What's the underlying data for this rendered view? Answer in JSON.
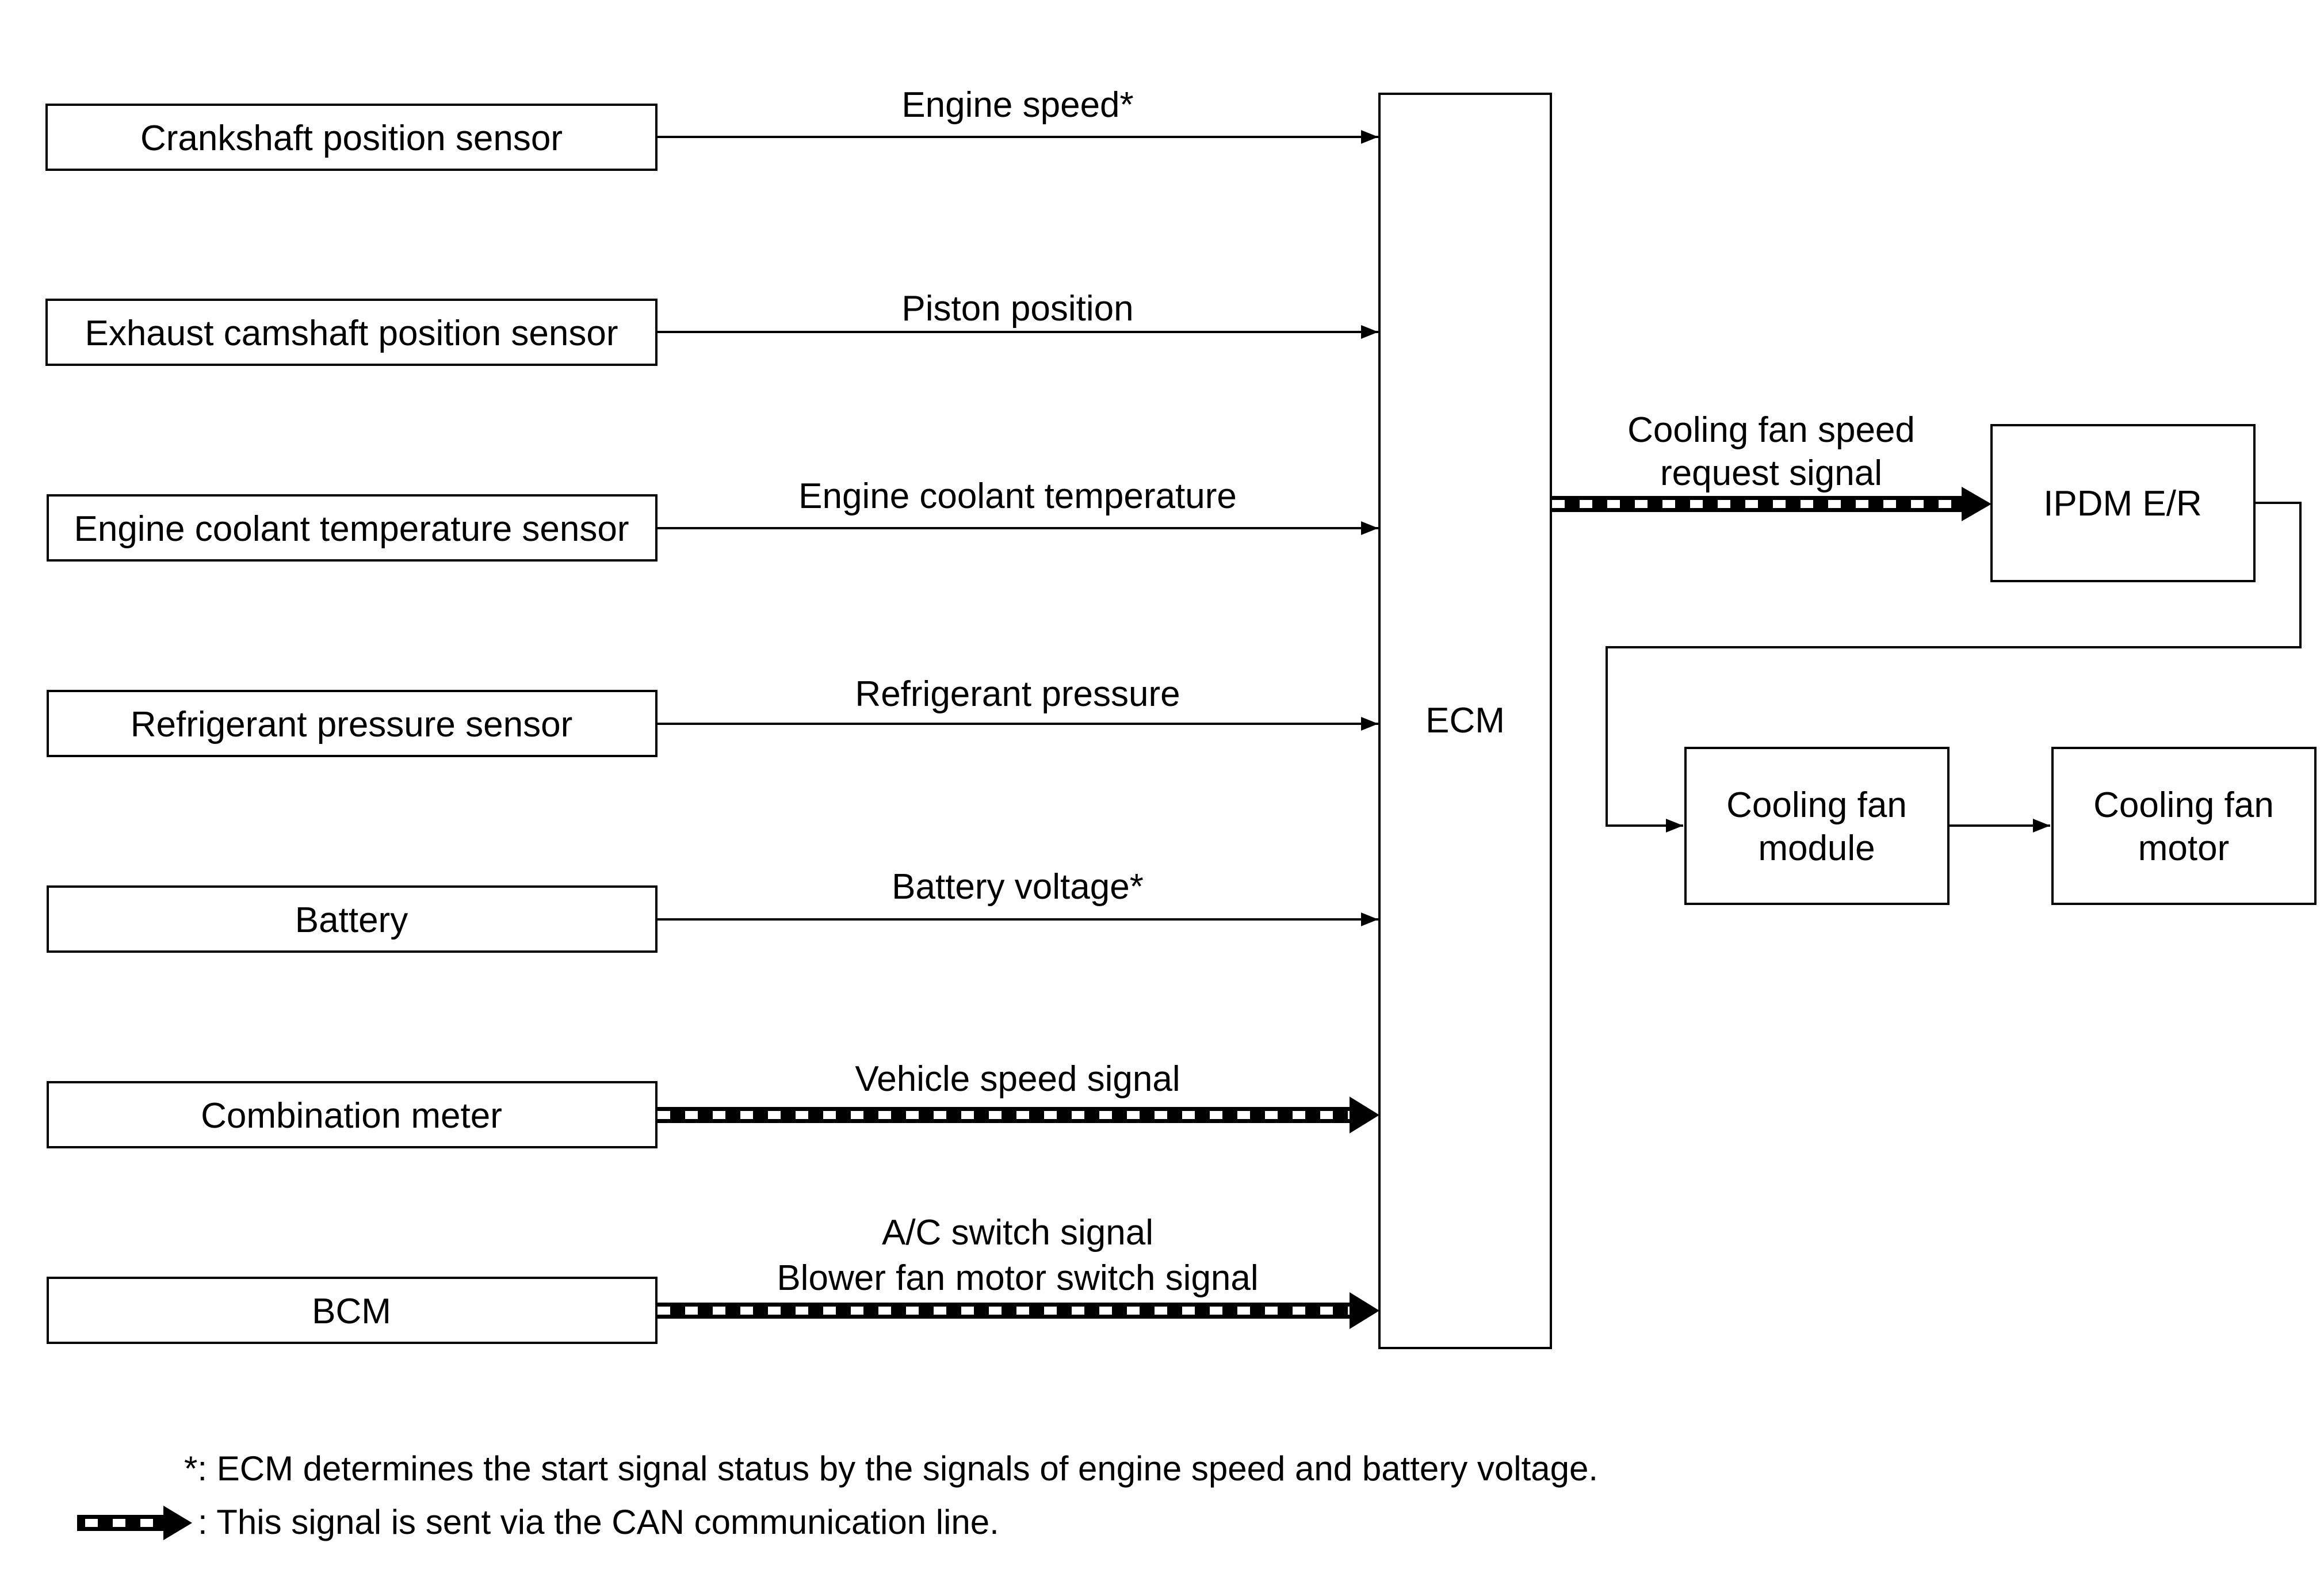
{
  "sources": [
    {
      "label": "Crankshaft position sensor",
      "signal": [
        "Engine speed*"
      ],
      "can": false
    },
    {
      "label": "Exhaust camshaft position sensor",
      "signal": [
        "Piston position"
      ],
      "can": false
    },
    {
      "label": "Engine coolant temperature sensor",
      "signal": [
        "Engine coolant temperature"
      ],
      "can": false
    },
    {
      "label": "Refrigerant pressure sensor",
      "signal": [
        "Refrigerant pressure"
      ],
      "can": false
    },
    {
      "label": "Battery",
      "signal": [
        "Battery voltage*"
      ],
      "can": false
    },
    {
      "label": "Combination meter",
      "signal": [
        "Vehicle speed signal"
      ],
      "can": true
    },
    {
      "label": "BCM",
      "signal": [
        "A/C switch signal",
        "Blower fan motor switch signal"
      ],
      "can": true
    }
  ],
  "ecm": {
    "label": "ECM"
  },
  "ecm_output": {
    "signal": [
      "Cooling fan speed",
      "request signal"
    ],
    "can": true
  },
  "ipdm": {
    "label": "IPDM E/R"
  },
  "fan_module": {
    "label": [
      "Cooling fan",
      "module"
    ]
  },
  "fan_motor": {
    "label": [
      "Cooling fan",
      "motor"
    ]
  },
  "notes": {
    "asterisk": "*: ECM determines the start signal status by the signals of engine speed and battery voltage.",
    "can_legend": ": This signal is sent via the CAN communication line."
  },
  "colors": {
    "line": "#000000",
    "background": "#ffffff",
    "can_dash": "#ffffff"
  }
}
